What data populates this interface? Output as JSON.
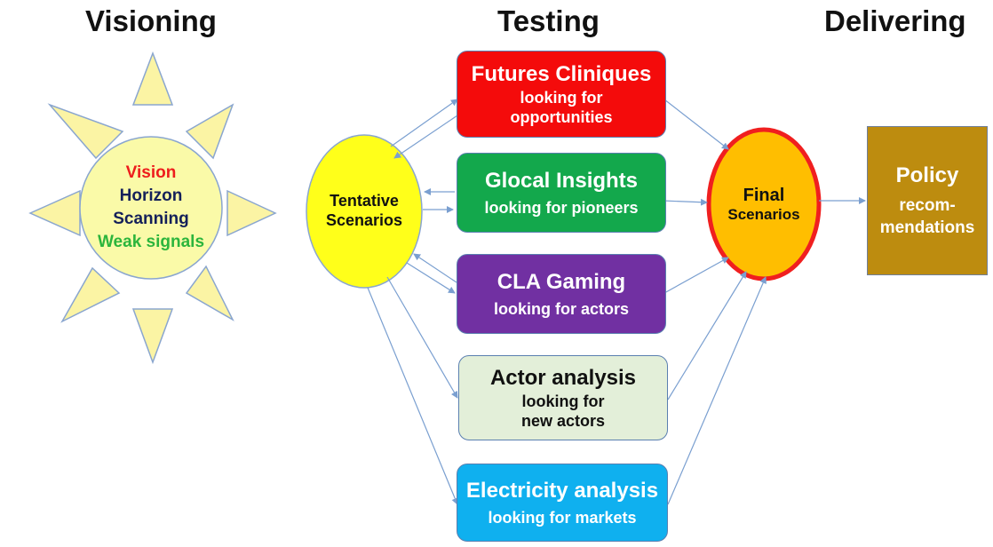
{
  "headings": {
    "visioning": "Visioning",
    "testing": "Testing",
    "delivering": "Delivering"
  },
  "sun": {
    "lines": [
      {
        "text": "Vision",
        "color": "#ee1c1c"
      },
      {
        "text": "Horizon",
        "color": "#14205a"
      },
      {
        "text": "Scanning",
        "color": "#14205a"
      },
      {
        "text": "Weak signals",
        "color": "#2cb53c"
      }
    ],
    "fill": "#fafaa8",
    "ray_fill": "#fbf4a4"
  },
  "tentative": {
    "line1": "Tentative",
    "line2": "Scenarios",
    "fill": "#ffff1a"
  },
  "methods": [
    {
      "title": "Futures Cliniques",
      "sub1": "looking for",
      "sub2": "opportunities",
      "fill": "#f40b0b",
      "text_color": "#ffffff"
    },
    {
      "title": "Glocal Insights",
      "sub1": "looking for pioneers",
      "sub2": "",
      "fill": "#13a84c",
      "text_color": "#ffffff"
    },
    {
      "title": "CLA Gaming",
      "sub1": "looking for actors",
      "sub2": "",
      "fill": "#7130a2",
      "text_color": "#ffffff"
    },
    {
      "title": "Actor analysis",
      "sub1": "looking for",
      "sub2": "new actors",
      "fill": "#e3efd9",
      "text_color": "#111111"
    },
    {
      "title": "Electricity analysis",
      "sub1": "looking for markets",
      "sub2": "",
      "fill": "#0fb0ef",
      "text_color": "#ffffff"
    }
  ],
  "final": {
    "line1": "Final",
    "line2": "Scenarios",
    "fill": "#ffbe00",
    "border": "#f01f1f"
  },
  "policy": {
    "line1": "Policy",
    "line2": "recom-",
    "line3": "mendations",
    "fill": "#bd8c0f",
    "text_color": "#ffffff"
  },
  "colors": {
    "arrow": "#7a9fd0"
  }
}
